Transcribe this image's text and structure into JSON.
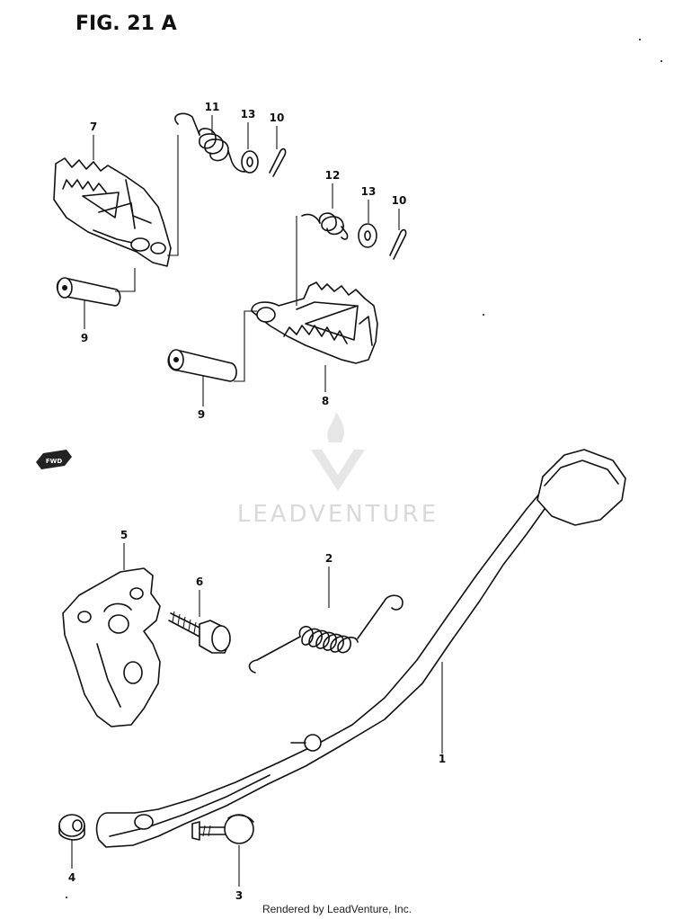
{
  "figure": {
    "title": "FIG. 21 A",
    "watermark": "LEADVENTURE",
    "footer": "Rendered by LeadVenture, Inc.",
    "direction_tag": "FWD"
  },
  "callouts": {
    "c1": "1",
    "c2": "2",
    "c3": "3",
    "c4": "4",
    "c5": "5",
    "c6": "6",
    "c7": "7",
    "c8": "8",
    "c9a": "9",
    "c9b": "9",
    "c10a": "10",
    "c10b": "10",
    "c11": "11",
    "c12": "12",
    "c13a": "13",
    "c13b": "13"
  },
  "colors": {
    "ink": "#111111",
    "watermark": "#d9d9d9",
    "background": "#ffffff"
  }
}
